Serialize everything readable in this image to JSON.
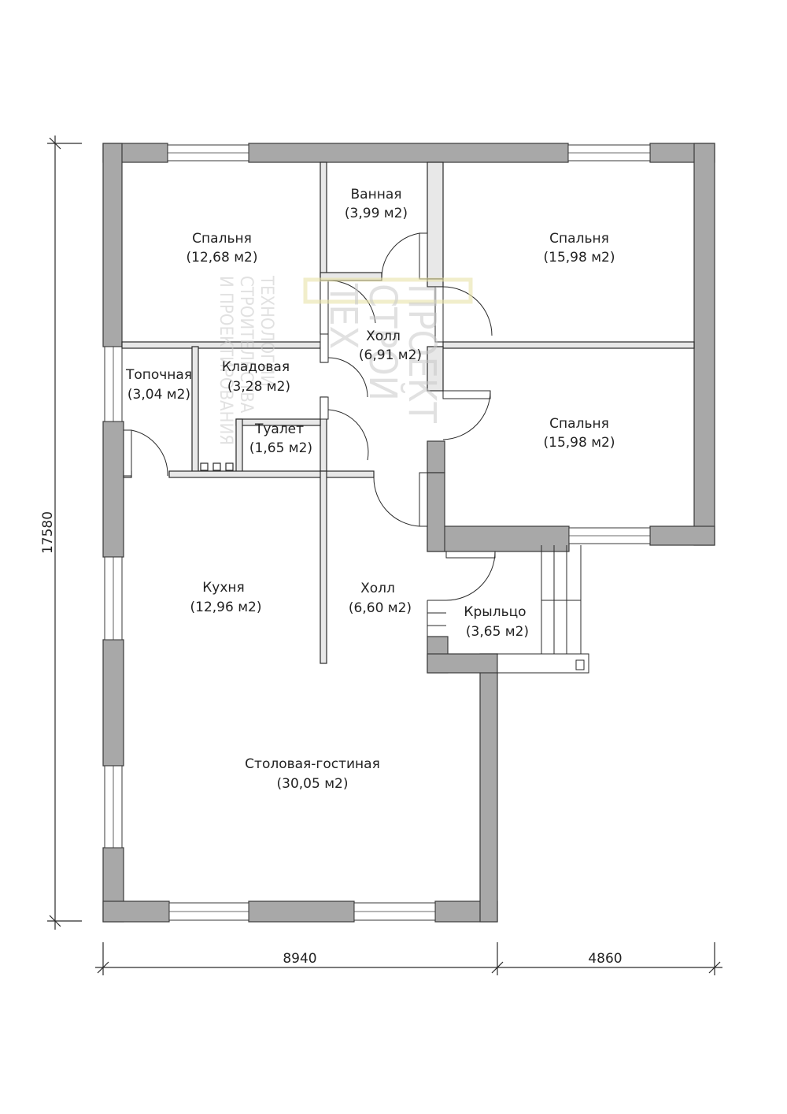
{
  "plan": {
    "rooms": [
      {
        "id": "bedroom-nw",
        "name": "Спальня",
        "area": "(12,68 м2)"
      },
      {
        "id": "bathroom",
        "name": "Ванная",
        "area": "(3,99 м2)"
      },
      {
        "id": "bedroom-ne",
        "name": "Спальня",
        "area": "(15,98 м2)"
      },
      {
        "id": "hall-upper",
        "name": "Холл",
        "area": "(6,91 м2)"
      },
      {
        "id": "boiler-room",
        "name": "Топочная",
        "area": "(3,04 м2)"
      },
      {
        "id": "pantry",
        "name": "Кладовая",
        "area": "(3,28 м2)"
      },
      {
        "id": "toilet",
        "name": "Туалет",
        "area": "(1,65 м2)"
      },
      {
        "id": "bedroom-e",
        "name": "Спальня",
        "area": "(15,98 м2)"
      },
      {
        "id": "kitchen",
        "name": "Кухня",
        "area": "(12,96 м2)"
      },
      {
        "id": "hall-lower",
        "name": "Холл",
        "area": "(6,60 м2)"
      },
      {
        "id": "porch",
        "name": "Крыльцо",
        "area": "(3,65 м2)"
      },
      {
        "id": "dining-living",
        "name": "Столовая-гостиная",
        "area": "(30,05 м2)"
      }
    ],
    "dimensions": {
      "height": "17580",
      "width_main": "8940",
      "width_side": "4860"
    },
    "watermark": {
      "logo_line1": "ТЕХ",
      "logo_line2": "СТРОЙ",
      "logo_line3": "ПРОЕКТ",
      "tag_line1": "ТЕХНОЛОГИИ",
      "tag_line2": "СТРОИТЕЛЬСТВА",
      "tag_line3": "И ПРОЕКТИРОВАНИЯ"
    },
    "colors": {
      "wall": "#a8a8a8",
      "wall_stroke": "#3a3a3a",
      "line": "#2a2a2a"
    }
  }
}
